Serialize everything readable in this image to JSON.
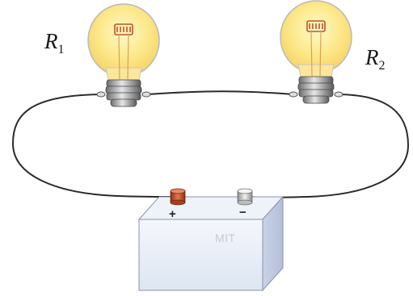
{
  "bulbs": [
    {
      "label": "R",
      "subscript": "1",
      "filament_color": "#c0532a"
    },
    {
      "label": "R",
      "subscript": "2",
      "filament_color": "#c0532a"
    }
  ],
  "battery": {
    "brand": "MIT",
    "positive_sign": "+",
    "negative_sign": "−",
    "positive_terminal_color": "#c8522e",
    "negative_terminal_color": "#b9b9b9",
    "body_color": "#e4ebf7"
  },
  "wire_color": "#2a2a2a"
}
